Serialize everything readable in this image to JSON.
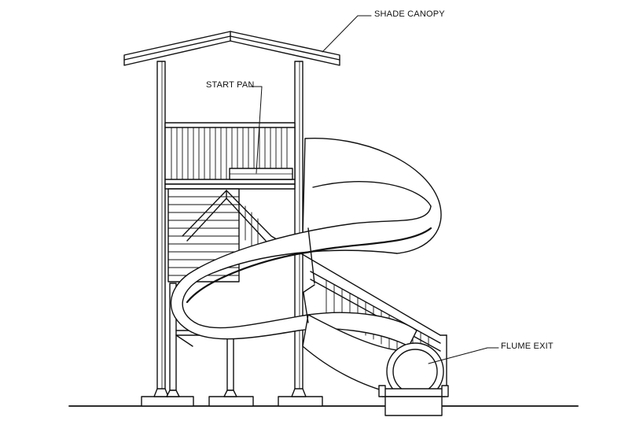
{
  "labels": {
    "shade_canopy": "SHADE CANOPY",
    "start_pan": "START PAN",
    "flume_exit": "FLUME EXIT"
  },
  "colors": {
    "line": "#111111",
    "background": "#ffffff"
  }
}
